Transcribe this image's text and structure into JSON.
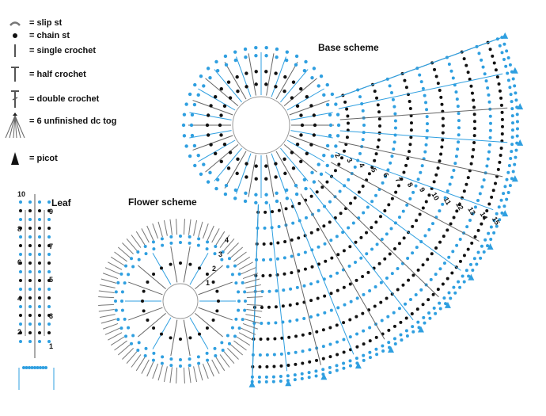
{
  "legend": [
    {
      "symbol": "slip-st-symbol",
      "label": "= slip st"
    },
    {
      "symbol": "chain-st-symbol",
      "label": "= chain st"
    },
    {
      "symbol": "single-crochet-symbol",
      "label": "= single crochet"
    },
    {
      "symbol": "half-crochet-symbol",
      "label": "= half crochet"
    },
    {
      "symbol": "double-crochet-symbol",
      "label": "= double crochet"
    },
    {
      "symbol": "dc-tog-symbol",
      "label": "= 6 unfinished dc tog"
    },
    {
      "symbol": "picot-symbol",
      "label": "= picot"
    }
  ],
  "titles": {
    "base": "Base scheme",
    "flower": "Flower scheme",
    "leaf": "Leaf"
  },
  "base_row_labels": [
    "2",
    "3",
    "4",
    "5",
    "6",
    "7",
    "8",
    "9",
    "10",
    "11",
    "12",
    "13",
    "14",
    "15"
  ],
  "leaf_row_labels": [
    "1",
    "2",
    "3",
    "4",
    "5",
    "6",
    "7",
    "8",
    "9",
    "10"
  ],
  "flower_row_labels": [
    "1",
    "2",
    "3",
    "4"
  ],
  "colors": {
    "blue": "#2f9fe0",
    "black": "#111111",
    "grey": "#777777"
  }
}
